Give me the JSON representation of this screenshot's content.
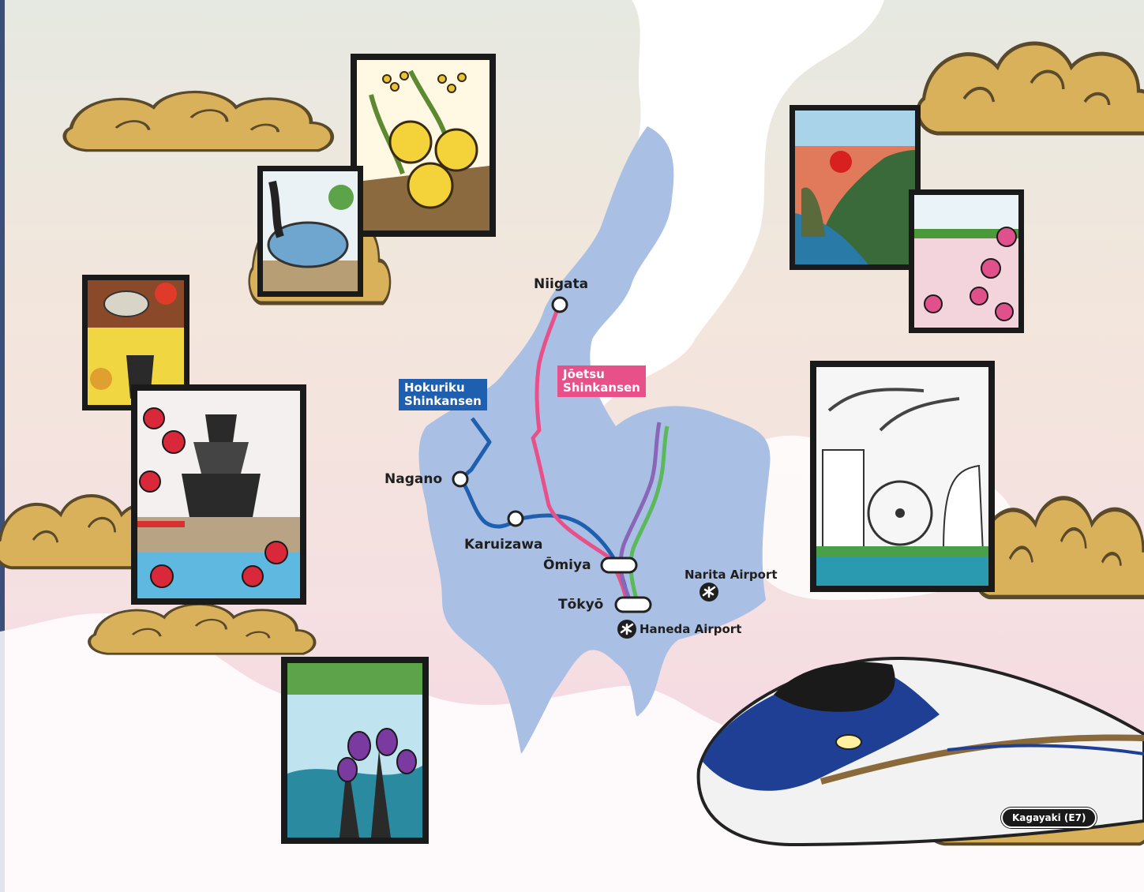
{
  "colors": {
    "hokuriku": "#1f5fb0",
    "joetsu": "#e8508a",
    "purple_line": "#8a66b8",
    "green_line": "#5cb85c",
    "land": "#a9c0e4",
    "cloud": "#d9b15a"
  },
  "lines": {
    "hokuriku": {
      "line1": "Hokuriku",
      "line2": "Shinkansen"
    },
    "joetsu": {
      "line1": "Jōetsu",
      "line2": "Shinkansen"
    }
  },
  "stations": {
    "niigata": "Niigata",
    "nagano": "Nagano",
    "karuizawa": "Karuizawa",
    "omiya": "Ōmiya",
    "tokyo": "Tōkyō"
  },
  "airports": {
    "narita": "Narita Airport",
    "haneda": "Haneda Airport"
  },
  "train": {
    "label": "Kagayaki (E7)"
  },
  "icons": [
    "airplane-icon",
    "cloud-icon",
    "train-icon"
  ]
}
